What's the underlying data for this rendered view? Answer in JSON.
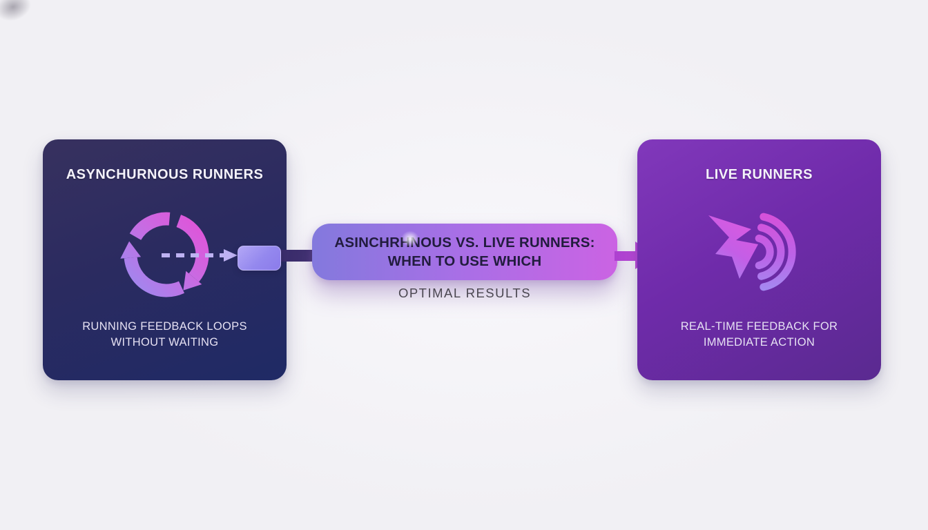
{
  "diagram": {
    "left_card": {
      "title": "ASYNCHURNOUS RUNNERS",
      "description_line1": "RUNNING FEEDBACK LOOPS",
      "description_line2": "WITHOUT WAITING",
      "icon": "loop-refresh-arrows-icon"
    },
    "center": {
      "banner_line1": "ASINCHRHNOUS VS. LIVE RUNNERS:",
      "banner_line2": "WHEN TO USE WHICH",
      "caption": "OPTIMAL RESULTS"
    },
    "right_card": {
      "title": "LIVE RUNNERS",
      "description_line1": "REAL-TIME FEEDBACK FOR",
      "description_line2": "IMMEDIATE ACTION",
      "icon": "lightning-signal-icon"
    },
    "colors": {
      "background": "#f1f0f4",
      "left-card-top": "#37315f",
      "left-card-bottom": "#1f2a65",
      "right-card-top": "#8138bb",
      "right-card-bottom": "#5a2a90",
      "banner-left": "#8379dd",
      "banner-right": "#cb63e3",
      "banner-text": "#221c3e",
      "caption-text": "#4a4650",
      "card-text": "#f4f2fa",
      "accent-magenta": "#d94fd8",
      "accent-periwinkle": "#9b8bf0",
      "connector-dark": "#3b2d6c",
      "arrow-magenta": "#b746d6",
      "dashed-arrow": "#beb2f2"
    }
  }
}
